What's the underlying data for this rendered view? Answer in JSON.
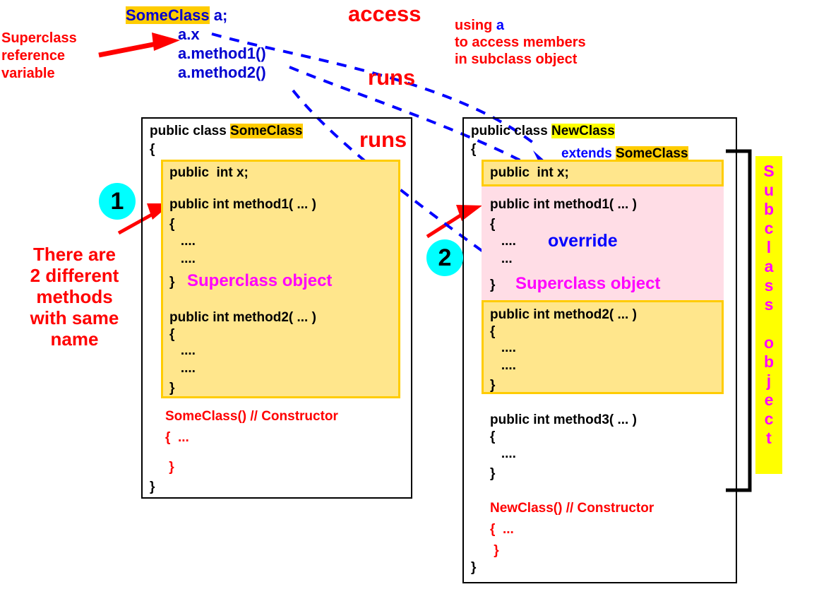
{
  "title": "Java inheritance: superclass reference accessing subclass object",
  "colors": {
    "red": "#ff0000",
    "blue": "#0000d0",
    "blue_bright": "#0000ff",
    "magenta": "#ff00ff",
    "gold_highlight": "#ffcc00",
    "yellow_highlight": "#ffff00",
    "member_yellow": "#ffe68c",
    "override_pink": "#ffdde6",
    "circle_cyan": "#00ffff",
    "black": "#000000"
  },
  "annotations": {
    "superclass_reference_variable": "Superclass\nreference\nvariable",
    "access": "access",
    "runs_top": "runs",
    "runs_lower": "runs",
    "using_a_line1_prefix": "using ",
    "using_a_line1_var": "a",
    "using_a_rest": "\nto access members\nin subclass object",
    "two_different_methods": "There are\n2 different\nmethods\nwith same\n name",
    "override": "override",
    "subclass_object_vertical": "S\nu\nb\nc\nl\na\ns\ns\n \no\nb\nj\ne\nc\nt"
  },
  "declaration": {
    "lines": [
      {
        "highlight": "SomeClass",
        "rest": " a;"
      },
      {
        "highlight": "",
        "rest": "a.x"
      },
      {
        "highlight": "",
        "rest": "a.method1()"
      },
      {
        "highlight": "",
        "rest": "a.method2()"
      }
    ]
  },
  "steps": [
    {
      "label": "1"
    },
    {
      "label": "2"
    }
  ],
  "superclass_box": {
    "header_prefix": "public class ",
    "header_name": "SomeClass",
    "open_brace": "{",
    "members": [
      "public  int x;",
      "",
      "public int method1( ... )",
      "{",
      "   ....",
      "   ....",
      "}",
      "public int method2( ... )",
      "{",
      "   ....",
      "   ....",
      "",
      "}"
    ],
    "member_label": "Superclass object",
    "constructor": [
      "SomeClass() // Constructor",
      "{  ...",
      " }"
    ],
    "close_brace": "}"
  },
  "subclass_box": {
    "header_prefix": "public class ",
    "header_name": "NewClass",
    "extends_keyword": "extends",
    "extends_target": "SomeClass",
    "open_brace": "{",
    "field": "public  int x;",
    "method1": [
      "public int method1( ... )",
      "{",
      "   ....",
      "   ...",
      "}"
    ],
    "method1_label": "Superclass object",
    "method2": [
      "public int method2( ... )",
      "{",
      "   ....",
      "   ....",
      "",
      "}"
    ],
    "method3": [
      "public int method3( ... )",
      "{",
      "   ....",
      "}"
    ],
    "constructor": [
      "NewClass() // Constructor",
      "{  ...",
      " }"
    ],
    "close_brace": "}"
  }
}
